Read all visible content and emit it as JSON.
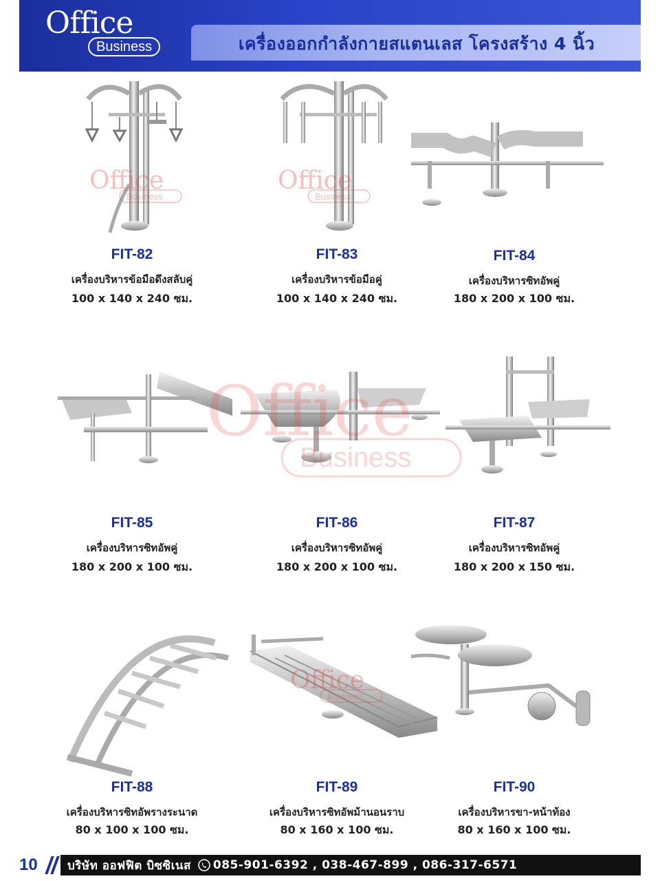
{
  "header": {
    "logo_office": "Office",
    "logo_business": "Business",
    "title": "เครื่องออกกำลังกายสแตนเลส โครงสร้าง 4 นิ้ว"
  },
  "products": [
    {
      "code": "FIT-82",
      "name": "เครื่องบริหารข้อมือดึงสลับคู่",
      "dims": "100 x 140 x 240 ซม."
    },
    {
      "code": "FIT-83",
      "name": "เครื่องบริหารข้อมือคู่",
      "dims": "100 x 140 x 240 ซม."
    },
    {
      "code": "FIT-84",
      "name": "เครื่องบริหารซิทอัพคู่",
      "dims": "180 x 200 x 100 ซม."
    },
    {
      "code": "FIT-85",
      "name": "เครื่องบริหารซิทอัพคู่",
      "dims": "180 x 200 x 100 ซม."
    },
    {
      "code": "FIT-86",
      "name": "เครื่องบริหารซิทอัพคู่",
      "dims": "180 x 200 x 100 ซม."
    },
    {
      "code": "FIT-87",
      "name": "เครื่องบริหารซิทอัพคู่",
      "dims": "180 x 200 x 150 ซม."
    },
    {
      "code": "FIT-88",
      "name": "เครื่องบริหารซิทอัพรางระนาด",
      "dims": "80 x 100 x 100 ซม."
    },
    {
      "code": "FIT-89",
      "name": "เครื่องบริหารซิทอัพม้านอนราบ",
      "dims": "80 x 160 x 100 ซม."
    },
    {
      "code": "FIT-90",
      "name": "เครื่องบริหารขา-หน้าท้อง",
      "dims": "80 x 160 x 100 ซม."
    }
  ],
  "watermark": {
    "office": "Office",
    "business": "Business"
  },
  "footer": {
    "page_number": "10",
    "company": "บริษัท ออฟฟิต บิซซิเนส",
    "phones": "085-901-6392 , 038-467-899 , 086-317-6571"
  },
  "colors": {
    "brand_blue": "#1a2fa0",
    "watermark_red": "#e64b4b",
    "footer_bg": "#111111"
  }
}
